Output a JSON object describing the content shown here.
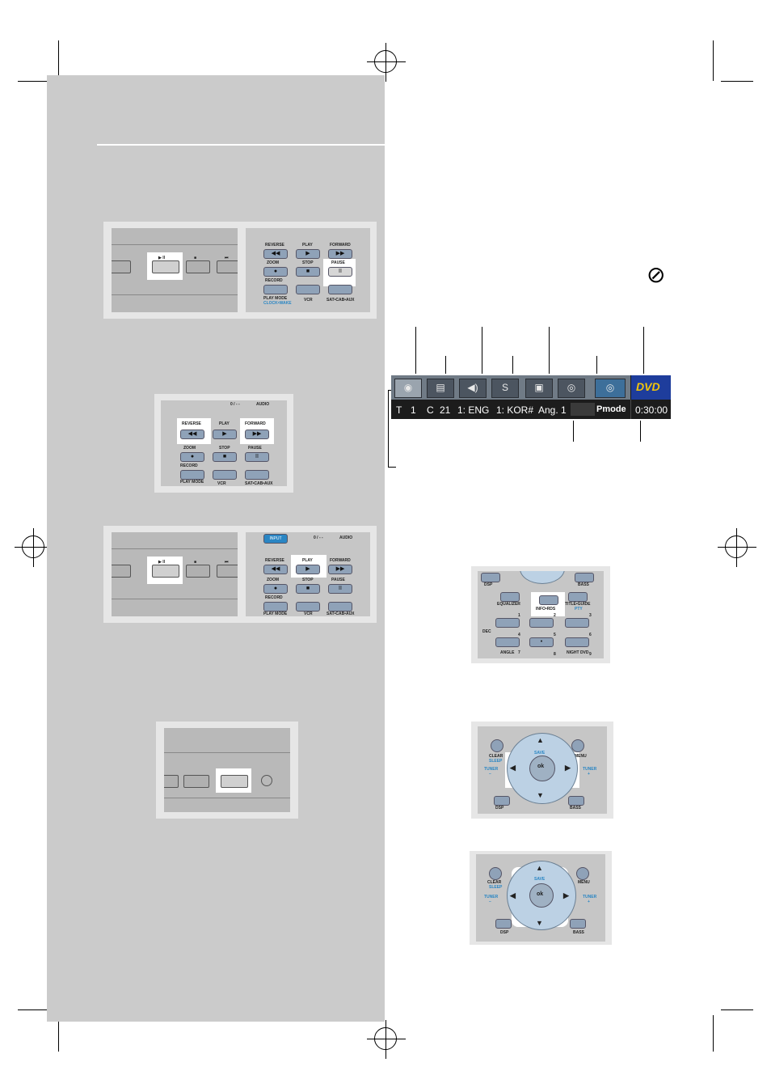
{
  "osd": {
    "title": "T",
    "title_no": "1",
    "chapter": "C",
    "chapter_no": "21",
    "audio": "1: ENG",
    "subtitle": "1: KOR#",
    "angle": "Ang. 1",
    "mode": "Pmode",
    "time": "0:30:00",
    "logo": "DVD"
  },
  "remote": {
    "reverse": "REVERSE",
    "play": "PLAY",
    "forward": "FORWARD",
    "zoom": "ZOOM",
    "stop": "STOP",
    "pause": "PAUSE",
    "record": "RECORD",
    "play_mode": "PLAY MODE",
    "clock_wake": "CLOCK•WAKE",
    "vcr": "VCR",
    "sat": "SAT•CAB•AUX",
    "input": "INPUT",
    "audio": "AUDIO",
    "zero": "0 / - -",
    "dsp": "DSP",
    "bass": "BASS",
    "equalizer": "EQUALIZER",
    "info": "INFO•RDS",
    "title_guide": "TITLE•GUIDE",
    "pty": "PTY",
    "dec": "DEC",
    "angle": "ANGLE",
    "night_dvd": "NIGHT DVD",
    "clear": "CLEAR",
    "sleep": "SLEEP",
    "menu": "MENU",
    "tuner": "TUNER",
    "save": "SAVE",
    "ok": "ok",
    "minus": "−",
    "plus": "+",
    "n1": "1",
    "n2": "2",
    "n3": "3",
    "n4": "4",
    "n5": "5",
    "n6": "6",
    "n7": "7",
    "n8": "8",
    "n9": "9"
  },
  "icons": {
    "front_play_pause": "▶ II",
    "front_stop": "■",
    "front_skip": "⏮",
    "prohibit": "⊘"
  }
}
